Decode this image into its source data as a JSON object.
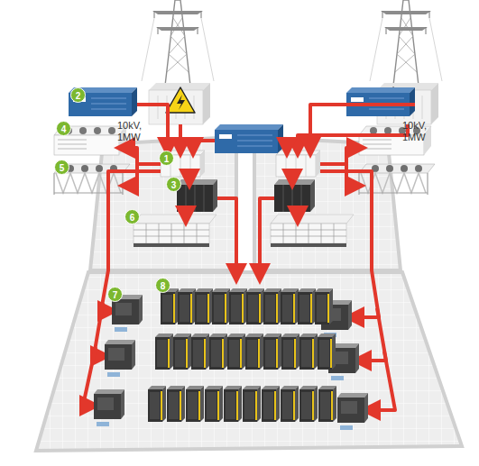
{
  "diagram": {
    "labels": [
      "10kV, 1MW",
      "10kV, 1MW",
      "1",
      "2",
      "3",
      "4",
      "5",
      "6",
      "7",
      "8"
    ]
  }
}
